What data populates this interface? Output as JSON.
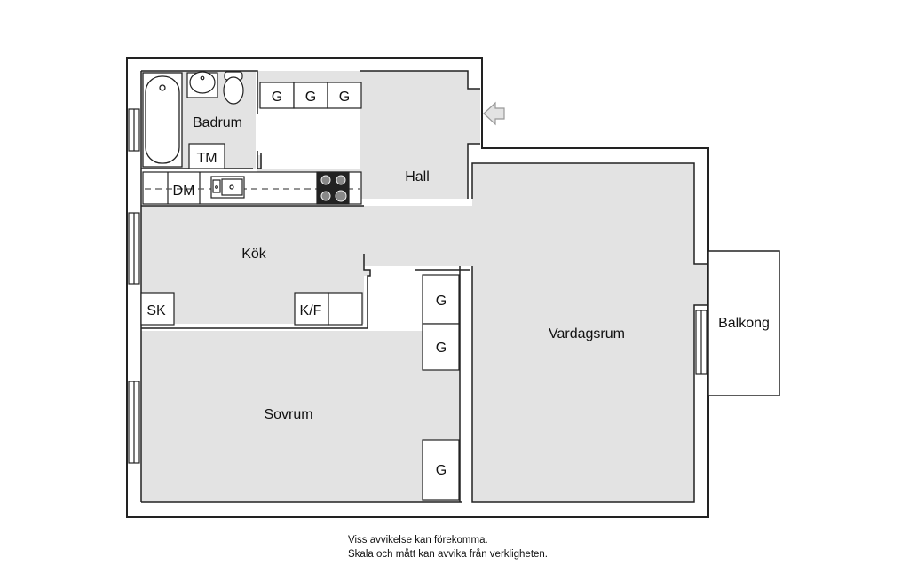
{
  "rooms": {
    "badrum": "Badrum",
    "hall": "Hall",
    "kok": "Kök",
    "vardagsrum": "Vardagsrum",
    "sovrum": "Sovrum",
    "balkong": "Balkong"
  },
  "fixtures": {
    "wardrobe": "G",
    "tumble_dryer": "TM",
    "dishwasher": "DM",
    "freezer": "SK",
    "fridge_freezer": "K/F"
  },
  "disclaimer": {
    "line1": "Viss avvikelse kan förekomma.",
    "line2": "Skala och mått kan avvika från verkligheten."
  },
  "colors": {
    "floor": "#e3e3e3",
    "wall": "#222222",
    "paper": "#ffffff"
  }
}
